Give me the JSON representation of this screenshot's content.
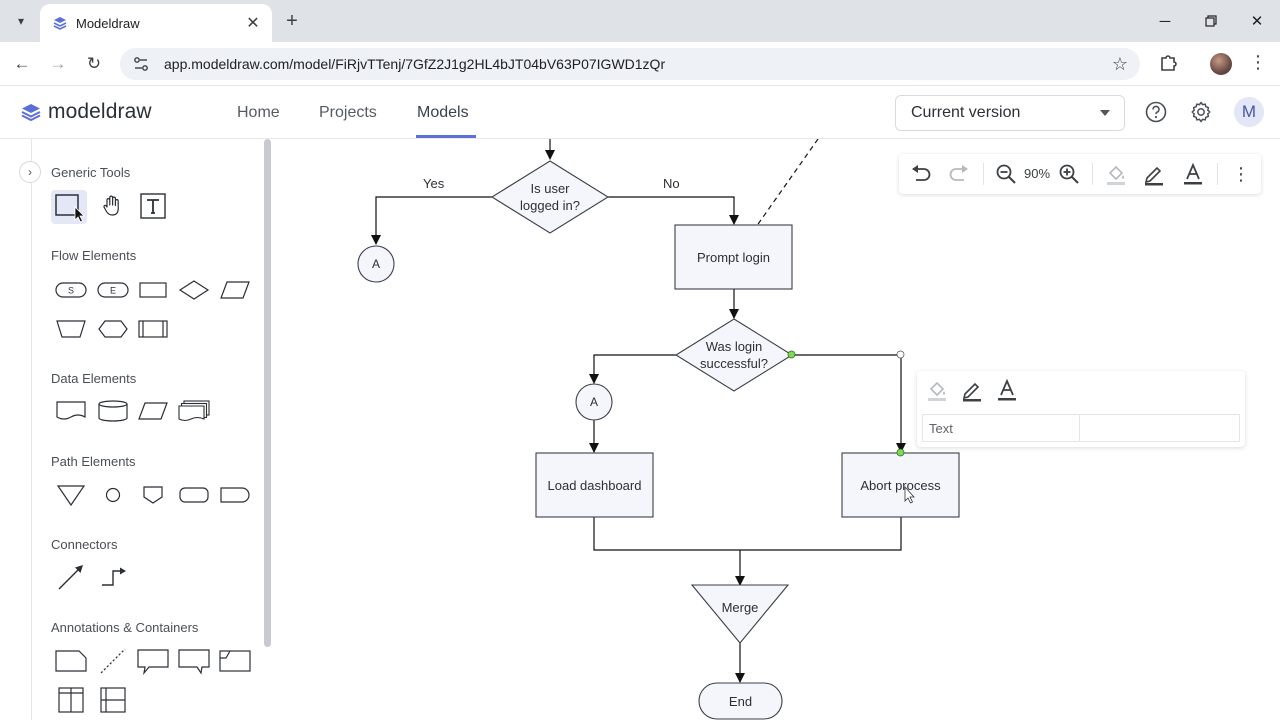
{
  "browser": {
    "tab_title": "Modeldraw",
    "url": "app.modeldraw.com/model/FiRjvTTenj/7GfZ2J1g2HL4bJT04bV63P07IGWD1zQr",
    "icons": [
      "tab-search-icon",
      "close-icon",
      "plus-icon",
      "minimize-icon",
      "restore-icon",
      "back-icon",
      "forward-icon",
      "reload-icon",
      "site-settings-icon",
      "bookmark-star-icon",
      "extensions-icon",
      "kebab-menu-icon"
    ]
  },
  "app": {
    "logo_text": "modeldraw",
    "nav": {
      "home": "Home",
      "projects": "Projects",
      "models": "Models"
    },
    "version_select": "Current version",
    "user_initial": "M"
  },
  "sidebar": {
    "sections": {
      "generic": "Generic Tools",
      "flow": "Flow Elements",
      "data": "Data Elements",
      "path": "Path Elements",
      "connectors": "Connectors",
      "annotations": "Annotations & Containers"
    },
    "start_badge": "S",
    "end_badge": "E"
  },
  "toolbar": {
    "zoom": "90%"
  },
  "style_popup": {
    "text_label": "Text"
  },
  "diagram": {
    "q1": [
      "Is user",
      "logged in?"
    ],
    "yes": "Yes",
    "no": "No",
    "connector_a": "A",
    "prompt": "Prompt login",
    "q2": [
      "Was login",
      "successful?"
    ],
    "load": "Load dashboard",
    "abort": "Abort process",
    "merge": "Merge",
    "end": "End"
  },
  "colors": {
    "accent": "#5b6fd6",
    "node_fill": "#f4f6fc",
    "node_stroke": "#3a3f47",
    "handle": "#7ed957"
  }
}
